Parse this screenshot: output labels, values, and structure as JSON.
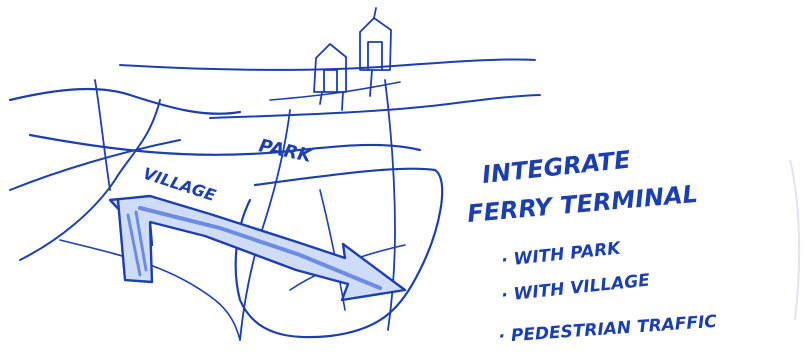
{
  "labels": {
    "park": "PARK",
    "village": "VILLAGE"
  },
  "notes": {
    "heading_line1": "INTEGRATE",
    "heading_line2": "FERRY TERMINAL",
    "bullets": [
      "· WITH PARK",
      "· WITH VILLAGE",
      "· PEDESTRIAN TRAFFIC"
    ]
  },
  "colors": {
    "ink": "#1d3fae",
    "ink_light": "#6d8be0",
    "arrow_fill": "#cfdcf7",
    "paper": "#ffffff"
  },
  "icons": {
    "houses": "house-outline-icon",
    "arrow": "double-headed-arrow-icon"
  }
}
